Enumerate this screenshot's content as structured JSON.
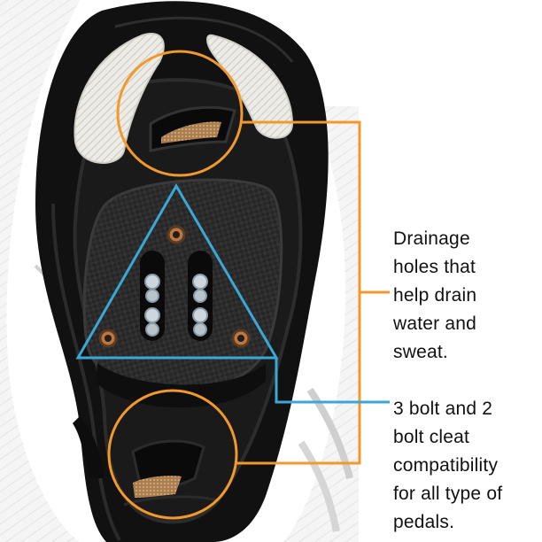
{
  "annotations": {
    "drainage": {
      "lines": [
        "Drainage",
        "holes that",
        "help drain",
        "water and",
        "sweat."
      ]
    },
    "bolt": {
      "lines": [
        "3 bolt and 2",
        "bolt cleat",
        "compatibility",
        "for all type of",
        "pedals."
      ]
    }
  },
  "colors": {
    "drainage_callout": "#f2992e",
    "bolt_callout": "#3aa7d6",
    "sole": "#121212",
    "carbon_plate": "#2a2a2a",
    "shoe_upper": "#f4f4f4",
    "heel_pad": "#e6e6e0",
    "mesh": "#b88a5a"
  }
}
